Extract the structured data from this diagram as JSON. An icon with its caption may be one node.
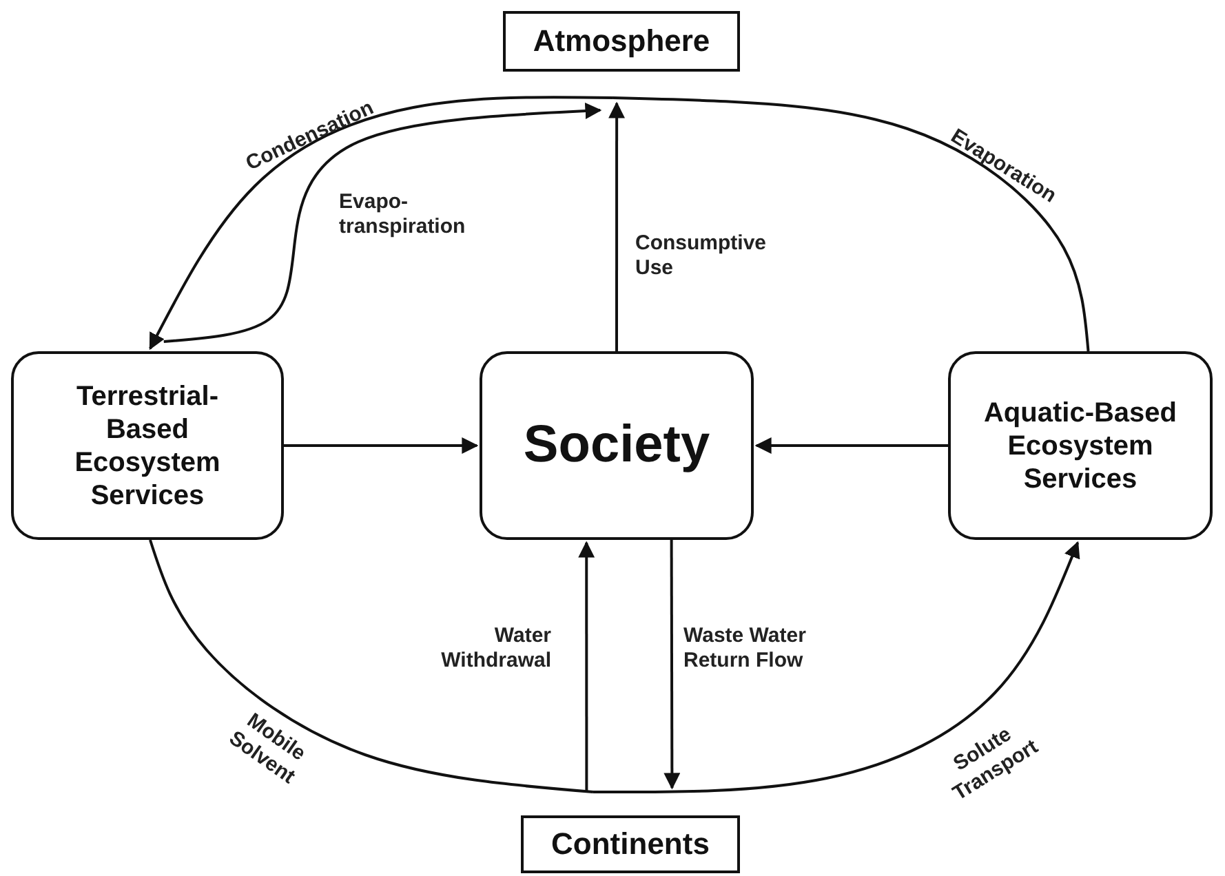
{
  "diagram": {
    "nodes": [
      {
        "text": [
          "Atmosphere"
        ]
      },
      {
        "text": [
          "Terrestrial-Based Ecosystem Services"
        ]
      },
      {
        "text": [
          "Society"
        ]
      },
      {
        "text": [
          "Aquatic-Based Ecosystem Services"
        ]
      },
      {
        "text": [
          "Continents"
        ]
      }
    ],
    "edges": [
      {
        "from": 3,
        "to": 0,
        "arrow": "none",
        "label": "Evaporation"
      },
      {
        "from": 0,
        "to": 1,
        "arrow": "to",
        "label": "Condensation"
      },
      {
        "from": 1,
        "to": 0,
        "arrow": "to",
        "label": "Evapo- transpiration"
      },
      {
        "from": 2,
        "to": 0,
        "arrow": "to",
        "label": "Consumptive Use"
      },
      {
        "from": 1,
        "to": 2,
        "arrow": "to"
      },
      {
        "from": 3,
        "to": 2,
        "arrow": "to"
      },
      {
        "from": 4,
        "to": 2,
        "arrow": "to",
        "label": "Water Withdrawal"
      },
      {
        "from": 2,
        "to": 4,
        "arrow": "to",
        "label": "Waste Water Return Flow"
      },
      {
        "from": 1,
        "to": 4,
        "arrow": "none",
        "label": "Mobile Solvent"
      },
      {
        "from": 4,
        "to": 3,
        "arrow": "to",
        "label": "Solute Transport"
      }
    ]
  }
}
